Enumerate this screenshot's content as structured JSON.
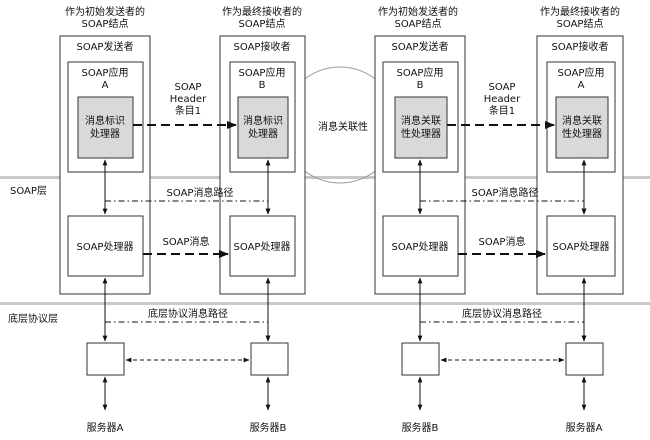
{
  "nodes": [
    {
      "caption_line1": "作为初始发送者的",
      "caption_line2": "SOAP结点",
      "role": "SOAP发送者",
      "app_line1": "SOAP应用",
      "app_line2": "A",
      "proc_line1": "消息标识",
      "proc_line2": "处理器",
      "soap_processor": "SOAP处理器",
      "server": "服务器A"
    },
    {
      "caption_line1": "作为最终接收者的",
      "caption_line2": "SOAP结点",
      "role": "SOAP接收者",
      "app_line1": "SOAP应用",
      "app_line2": "B",
      "proc_line1": "消息标识",
      "proc_line2": "处理器",
      "soap_processor": "SOAP处理器",
      "server": "服务器B"
    },
    {
      "caption_line1": "作为初始发送者的",
      "caption_line2": "SOAP结点",
      "role": "SOAP发送者",
      "app_line1": "SOAP应用",
      "app_line2": "B",
      "proc_line1": "消息关联",
      "proc_line2": "性处理器",
      "soap_processor": "SOAP处理器",
      "server": "服务器B"
    },
    {
      "caption_line1": "作为最终接收者的",
      "caption_line2": "SOAP结点",
      "role": "SOAP接收者",
      "app_line1": "SOAP应用",
      "app_line2": "A",
      "proc_line1": "消息关联",
      "proc_line2": "性处理器",
      "soap_processor": "SOAP处理器",
      "server": "服务器A"
    }
  ],
  "header_labels": [
    {
      "line1": "SOAP",
      "line2": "Header",
      "line3": "条目1"
    },
    {
      "line1": "SOAP",
      "line2": "Header",
      "line3": "条目1"
    }
  ],
  "correlation_label": "消息关联性",
  "layers": {
    "soap": "SOAP层",
    "protocol": "底层协议层"
  },
  "paths": {
    "soap_path": [
      "SOAP消息路径",
      "SOAP消息路径"
    ],
    "soap_message": [
      "SOAP消息",
      "SOAP消息"
    ],
    "protocol_path": [
      "底层协议消息路径",
      "底层协议消息路径"
    ]
  }
}
